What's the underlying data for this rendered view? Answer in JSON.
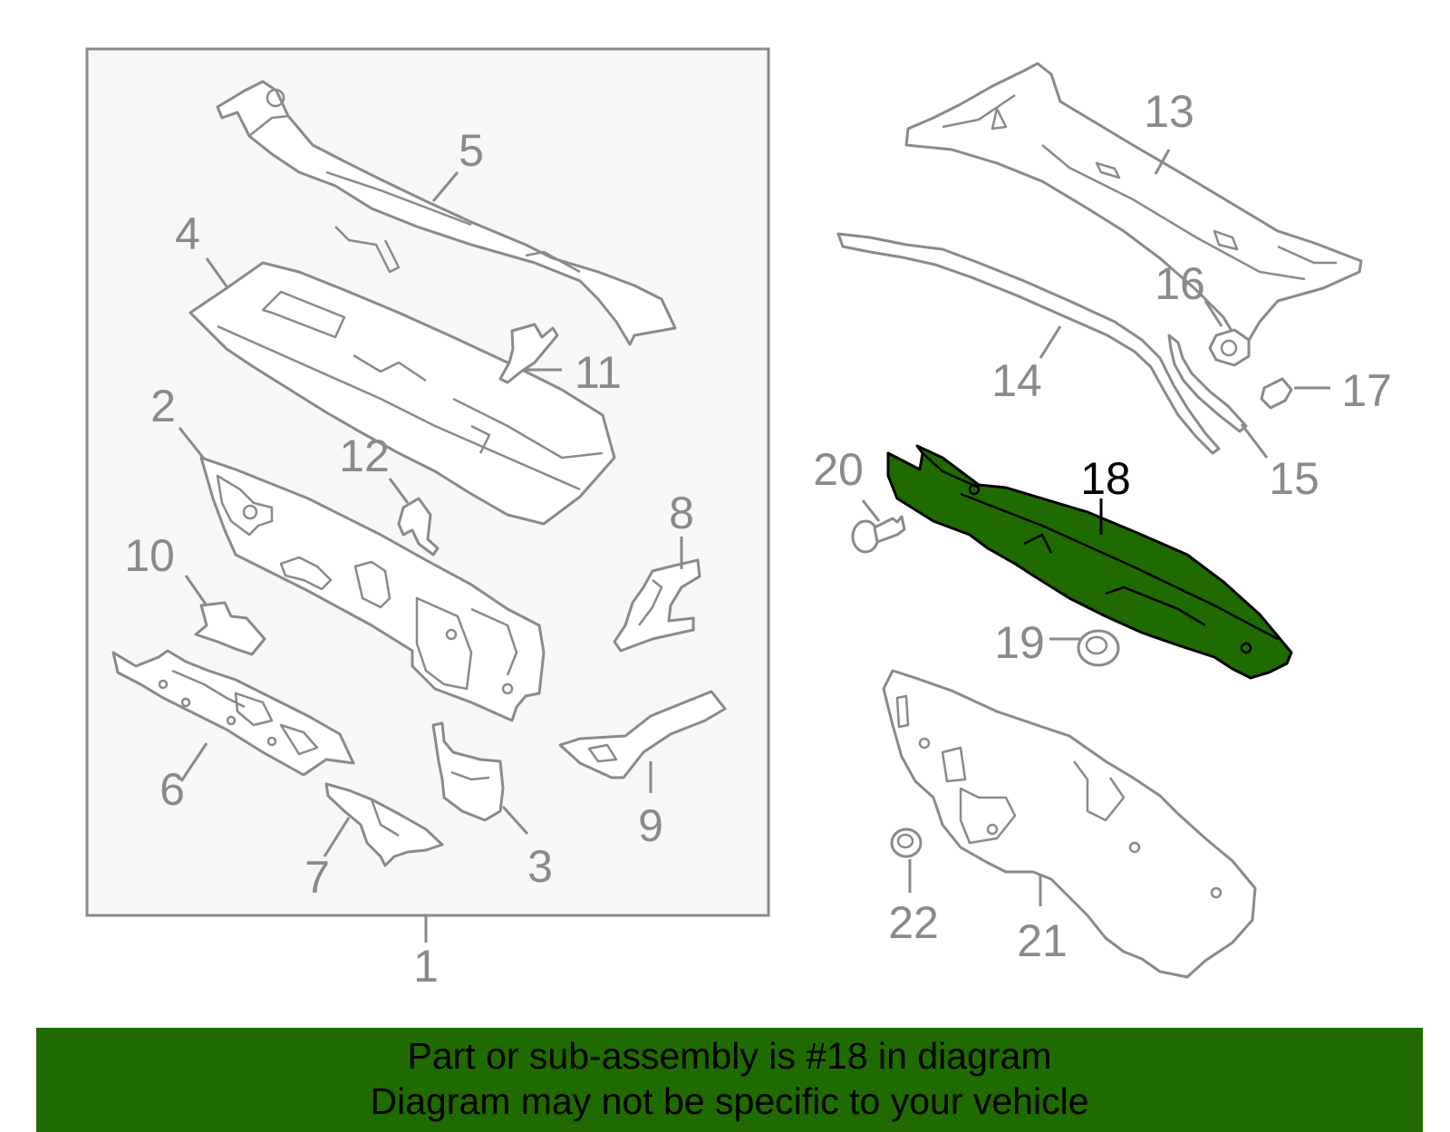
{
  "callouts": {
    "c1": "1",
    "c2": "2",
    "c3": "3",
    "c4": "4",
    "c5": "5",
    "c6": "6",
    "c7": "7",
    "c8": "8",
    "c9": "9",
    "c10": "10",
    "c11": "11",
    "c12": "12",
    "c13": "13",
    "c14": "14",
    "c15": "15",
    "c16": "16",
    "c17": "17",
    "c18": "18",
    "c19": "19",
    "c20": "20",
    "c21": "21",
    "c22": "22"
  },
  "highlighted_part": "18",
  "banner": {
    "line1": "Part or sub-assembly is #18 in diagram",
    "line2": "Diagram may not be specific to your vehicle"
  },
  "colors": {
    "highlight": "#1f6b00",
    "line_gray": "#8a8a8a",
    "panel_bg": "#f7f7f7"
  }
}
